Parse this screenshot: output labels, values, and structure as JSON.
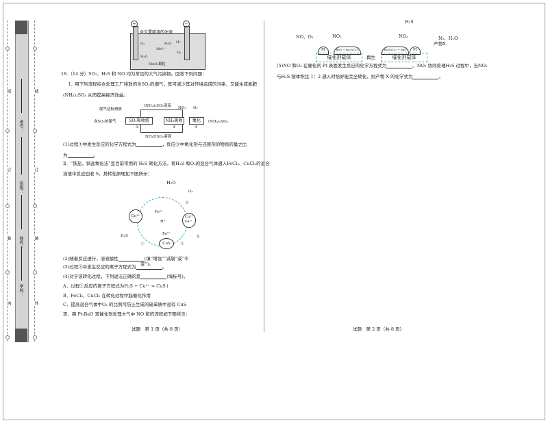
{
  "binding": {
    "fields": [
      "考号：",
      "班级：",
      "姓名：",
      "学校：",
      ""
    ],
    "outer_marks": [
      "线",
      "订",
      "装",
      "内"
    ],
    "inner_marks": [
      "线",
      "订",
      "装",
      "外"
    ]
  },
  "fig_cell": {
    "solution": "含久置废渣的浊液",
    "o2": "O₂",
    "h2o_left": "H₂O",
    "h2o": "H₂O",
    "mn": "Mn²⁺",
    "h": "H⁺",
    "h2": "H₂",
    "mno2": "MnO₂颗粒",
    "plus": "+",
    "minus": "−"
  },
  "q18": {
    "head": "18.（14 分）SO₂、H₂S 和 NO 均为常见的大气污染物。回答下列问题：",
    "p1a": "Ⅰ．用下列流程综合处理工厂排放的含SO₂的烟气，既可减少其对环境造成的污染，又能生成氮肥",
    "p1b": "(NH₄)₂SO₄ 从而提高经济效益。",
    "flow": {
      "tail": "尾气达标排放",
      "input": "含SO₂的尾气",
      "box1": "SO₂吸收塔",
      "n1": "①",
      "top": "(NH₄)₂SO₃溶液",
      "box2": "NH₃吸收",
      "n2": "②",
      "nh3": "NH₃",
      "o2": "O₂",
      "box3": "氧化",
      "n3": "③",
      "out": "(NH₄)₂SO₄",
      "bottom": "NH₄HSO₃溶液"
    },
    "s1a": "(1)过程①中发生反应的化学方程式为",
    "s1b": "，反应③中氧化剂与还原剂的物质的量之比",
    "s1c": "为",
    "s1d": "。",
    "p2a": "Ⅱ．“铁盐、铜盐氧化法”是目前常用的 H₂S 转化方法，将H₂S 和O₂的混合气体通入FeCl₃、CuCl₂的混合",
    "p2b": "溶液中反应回收 S。其转化原理如下图所示：",
    "cycle": {
      "h2o": "H₂O",
      "o2": "O₂",
      "cu": "Cu²⁺",
      "fe2": "Fe²⁺",
      "h": "H⁺",
      "cu2": "Cu²⁺",
      "fe3b": "Fe³⁺",
      "h2s": "H₂S",
      "fe3": "Fe³⁺",
      "s": "S",
      "cus": "CuS",
      "n1": "①",
      "n2": "②",
      "n3": "③"
    },
    "s2a": "(2)随着反应进行，溶液酸性",
    "s2b": "(填“增强”“减弱”或“不",
    "s2c": "变”)。",
    "s3": "(3)过程③中发生反应的离子方程式为",
    "s3e": "。",
    "s4a": "(4)对于该转化过程，下列说法正确的是",
    "s4b": "(填标号)。",
    "optA": "A．过程①反应的离子方程式为H₂S + Cu²⁺ = CuS↓",
    "optB": "B．FeCl₃、CuCl₂ 在转化过程中起催化作用",
    "optC": "C．提高混合气体中O₂ 的比例可防止生成的硫单质中混有 CuS",
    "p3": "Ⅲ．用 Pt-BaO 双催化剂处理大气中 NO 和的流程如下图所示：",
    "fig3": {
      "in": "NO、O₂",
      "no2a": "NO₂",
      "pt1": "Pt",
      "bao": "BaO → Ba(NO₃)₂",
      "cat1": "催化剂载体",
      "regen": "再生",
      "no2b": "NO₂",
      "ba": "Ba(NO₃)₂ → BaO",
      "h2s": "H₂S",
      "pt2": "Pt",
      "cat2": "催化剂载体",
      "out": "N₂、H₂O",
      "x": "产物X"
    },
    "s5a": "(5)NO 和O₂ 在催化剂 Pt 表面发生反应的化学方程式为",
    "s5b": "。NO₂ 协同处理H₂S 过程中，当NO₂",
    "s5c": "与H₂S 按体积比 1：2 通入时恰好能完全转化，则产物 X 的化学式为",
    "s5d": "。"
  },
  "footer": {
    "left": "试题　第 1 页（共 8 页）",
    "right": "试题　第 2 页（共 8 页）"
  }
}
